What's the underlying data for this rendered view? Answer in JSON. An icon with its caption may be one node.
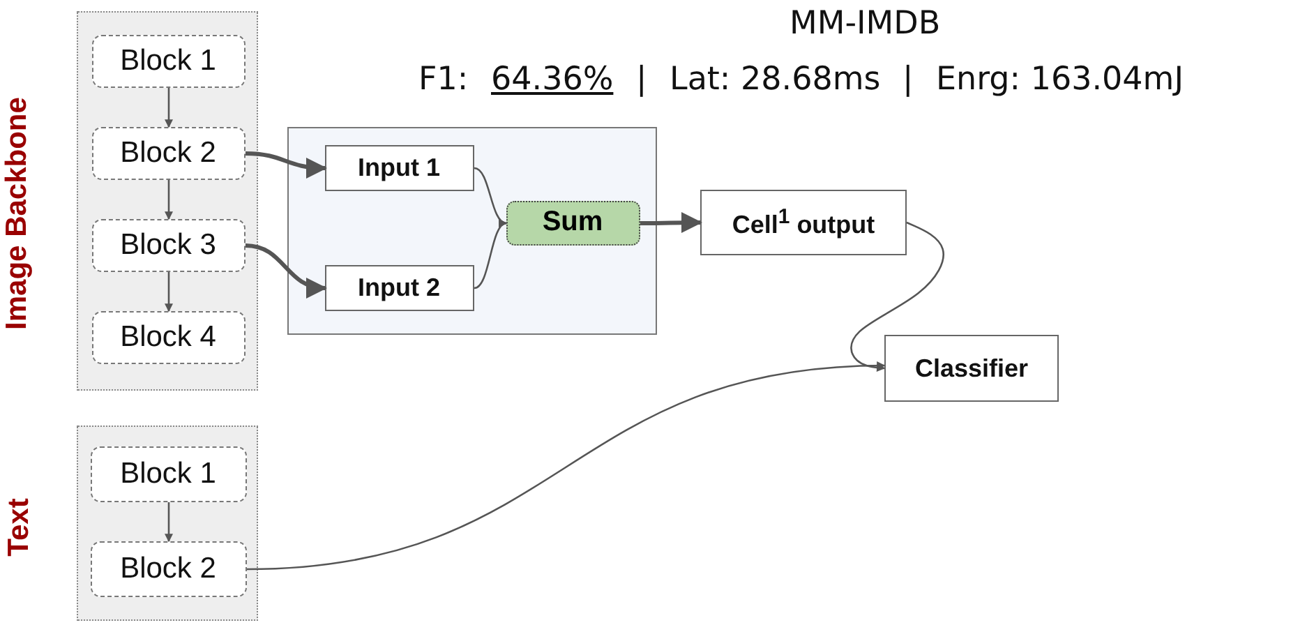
{
  "diagram": {
    "nodes": [
      {
        "text": [
          "Image Backbone"
        ]
      },
      {
        "text": [
          "Block 1"
        ],
        "in": 0
      },
      {
        "text": [
          "Block 2"
        ],
        "in": 0
      },
      {
        "text": [
          "Block 3"
        ],
        "in": 0
      },
      {
        "text": [
          "Block 4"
        ],
        "in": 0
      },
      {
        "text": [],
        "shape": "box"
      },
      {
        "text": [
          "Input 1"
        ],
        "in": 5
      },
      {
        "text": [
          "Input 2"
        ],
        "in": 5
      },
      {
        "text": [
          "Sum"
        ],
        "in": 5
      },
      {
        "text": [
          "Cell$^{1}$ output"
        ]
      },
      {
        "text": [
          "Classifier"
        ]
      },
      {
        "text": [
          "Text"
        ]
      },
      {
        "text": [
          "Block 1"
        ],
        "in": 11
      },
      {
        "text": [
          "Block 2"
        ],
        "in": 11
      }
    ],
    "edges": [
      {
        "from": 1,
        "to": 2,
        "arrow": "to"
      },
      {
        "from": 2,
        "to": 3,
        "arrow": "to"
      },
      {
        "from": 3,
        "to": 4,
        "arrow": "to"
      },
      {
        "from": 2,
        "to": 6,
        "arrow": "to",
        "style": "thick"
      },
      {
        "from": 3,
        "to": 7,
        "arrow": "to",
        "style": "thick"
      },
      {
        "from": 6,
        "to": 8,
        "arrow": "to"
      },
      {
        "from": 7,
        "to": 8,
        "arrow": "to"
      },
      {
        "from": 8,
        "to": 9,
        "arrow": "to",
        "style": "thick"
      },
      {
        "from": 9,
        "to": 10,
        "arrow": "to"
      },
      {
        "from": 12,
        "to": 13,
        "arrow": "to"
      },
      {
        "from": 13,
        "to": 10,
        "arrow": "to"
      }
    ],
    "labels": [
      "MM-IMDB",
      "F1:",
      "64.36%",
      "|",
      "Lat: 28.68ms",
      "|",
      "Enrg: 163.04mJ"
    ]
  }
}
